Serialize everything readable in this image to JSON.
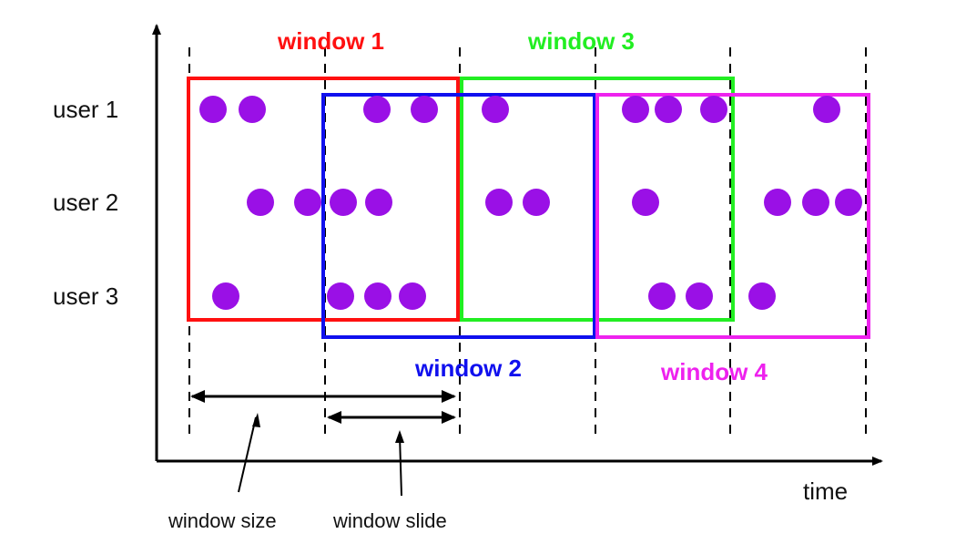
{
  "rows": [
    {
      "label": "user 1"
    },
    {
      "label": "user 2"
    },
    {
      "label": "user 3"
    }
  ],
  "axis": {
    "x_label": "time"
  },
  "windows": [
    {
      "label": "window 1",
      "color": "#ff1010"
    },
    {
      "label": "window 2",
      "color": "#1010ee"
    },
    {
      "label": "window 3",
      "color": "#22ee22"
    },
    {
      "label": "window 4",
      "color": "#ee22ee"
    }
  ],
  "annotations": {
    "window_size": "window size",
    "window_slide": "window slide"
  },
  "event_color": "#9a10e6"
}
